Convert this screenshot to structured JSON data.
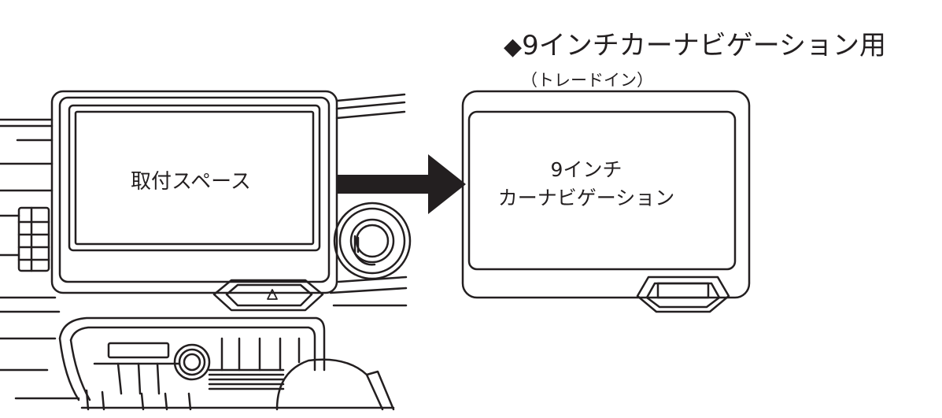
{
  "title": {
    "marker": "◆",
    "text": "9インチカーナビゲーション用"
  },
  "subtitle": "（トレードイン）",
  "left_unit": {
    "label": "取付スペース"
  },
  "right_unit": {
    "label_line1": "9インチ",
    "label_line2": "カーナビゲーション"
  },
  "colors": {
    "line": "#231f20",
    "background": "#ffffff"
  },
  "icons": {
    "hazard_button": "triangle-icon",
    "transition": "arrow-right-icon"
  }
}
